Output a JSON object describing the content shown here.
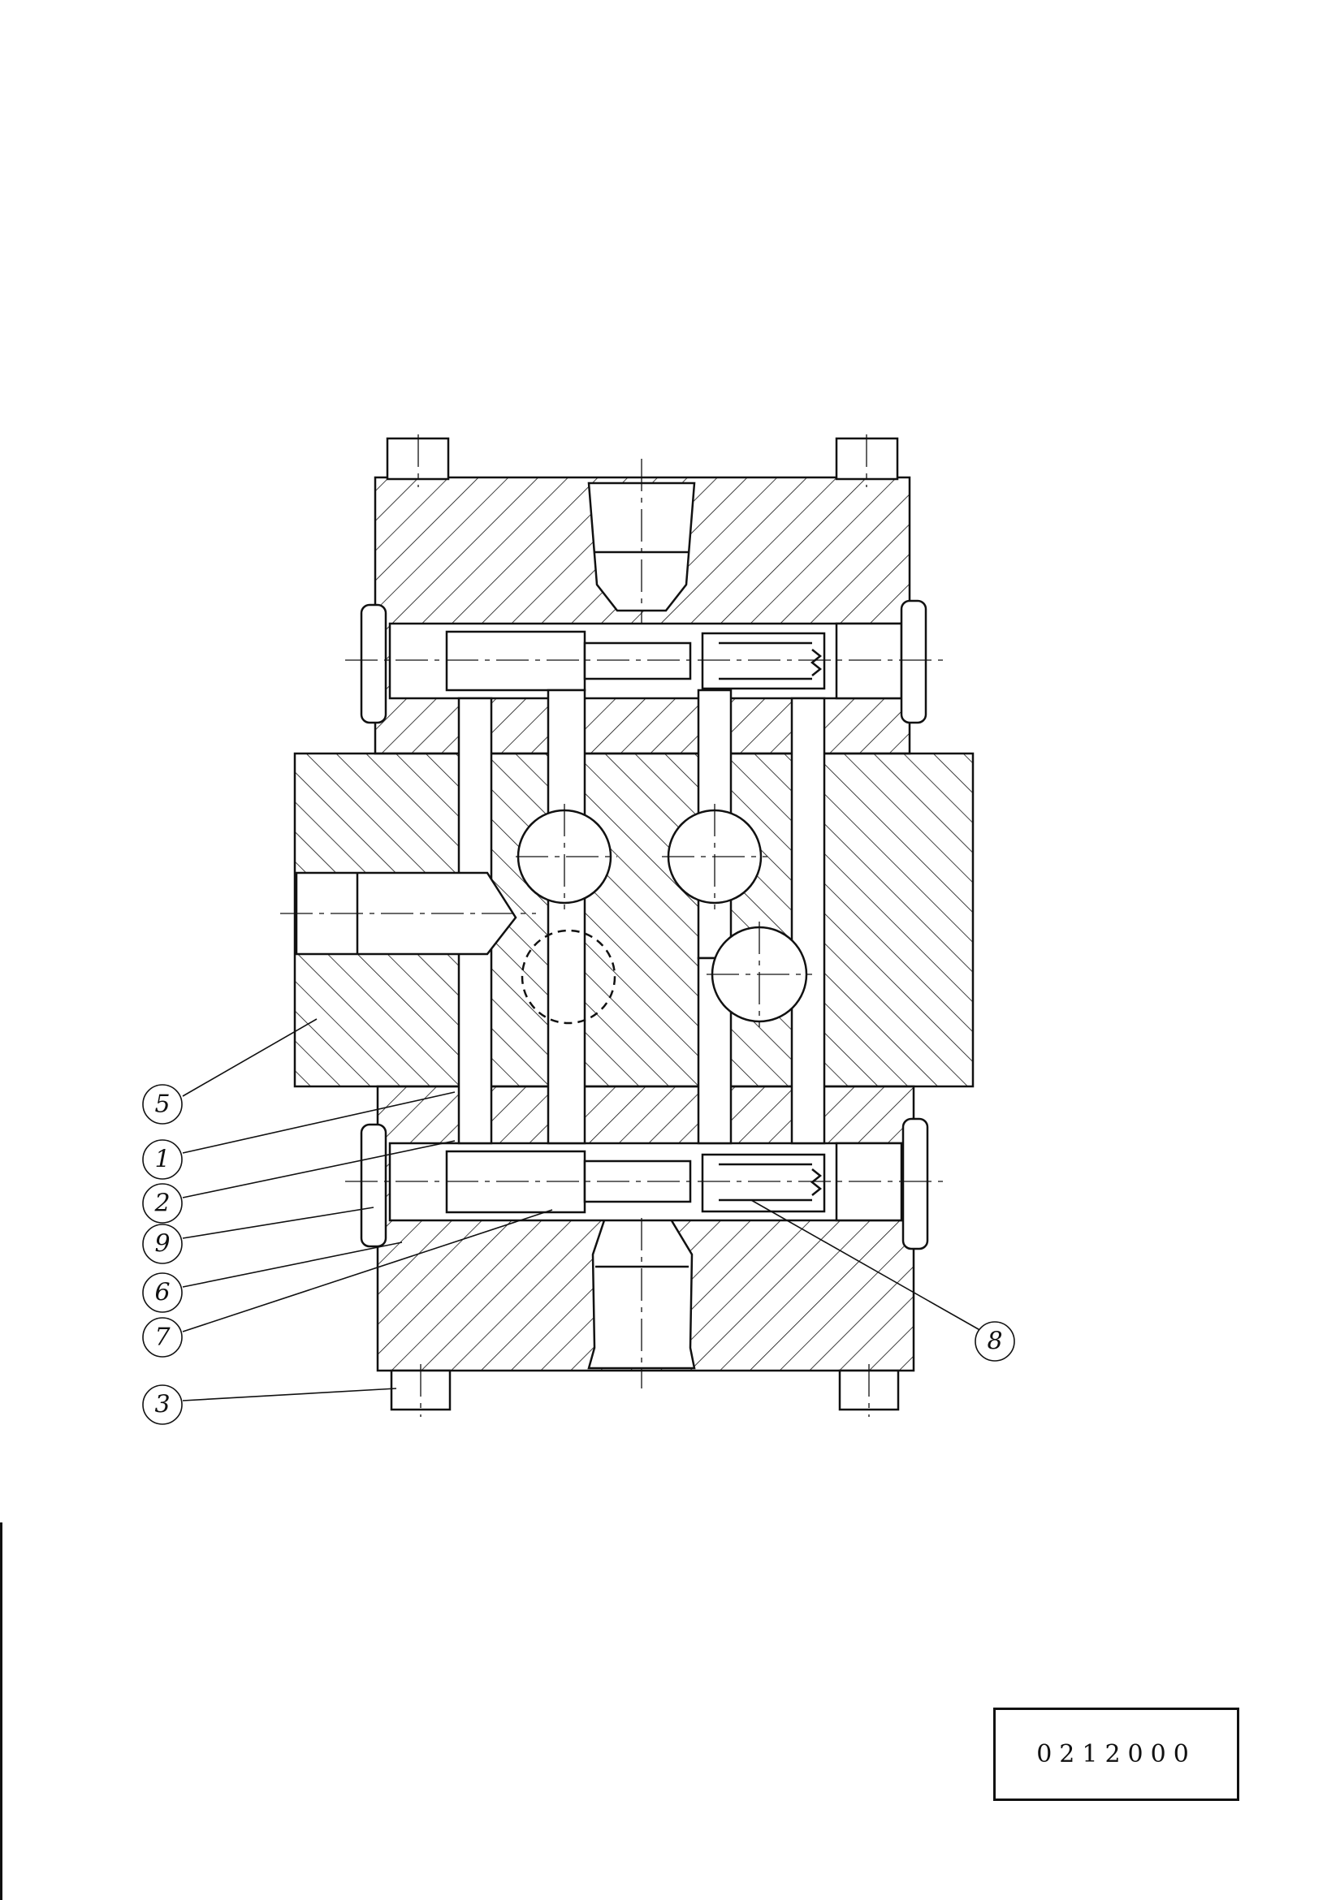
{
  "drawing": {
    "part_labels": [
      "5",
      "1",
      "2",
      "9",
      "6",
      "7",
      "3",
      "8"
    ],
    "drawing_number": "0212000"
  },
  "colors": {
    "ink": "#111111",
    "paper": "#ffffff"
  }
}
